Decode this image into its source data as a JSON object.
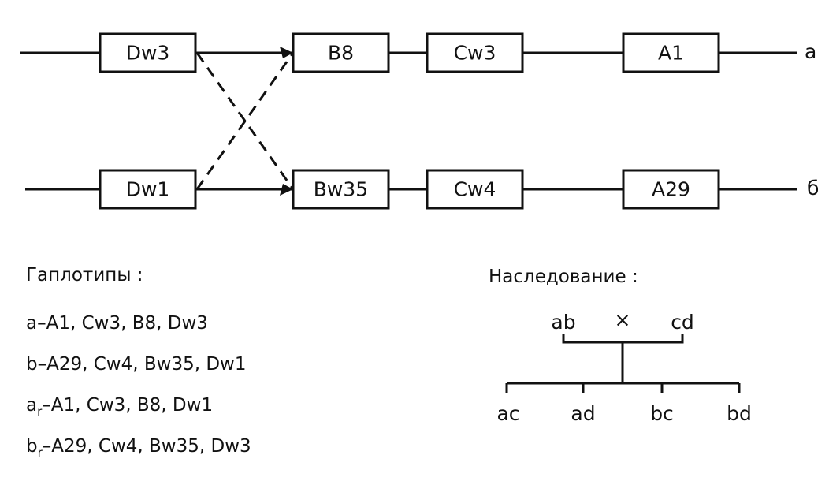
{
  "chromosomes": [
    {
      "end_label": "a",
      "genes": [
        "Dw3",
        "B8",
        "Cw3",
        "A1"
      ]
    },
    {
      "end_label": "б",
      "genes": [
        "Dw1",
        "Bw35",
        "Cw4",
        "A29"
      ]
    }
  ],
  "haplotypes": {
    "heading": "Гаплотипы :",
    "items": [
      {
        "name": "a",
        "sub": "",
        "text": "–A1, Cw3, B8, Dw3"
      },
      {
        "name": "b",
        "sub": "",
        "text": "–A29, Cw4, Bw35, Dw1"
      },
      {
        "name": "a",
        "sub": "r",
        "text": "–A1, Cw3, B8, Dw1"
      },
      {
        "name": "b",
        "sub": "r",
        "text": "–A29, Cw4, Bw35, Dw3"
      }
    ]
  },
  "inheritance": {
    "heading": "Наследование :",
    "parents": [
      "ab",
      "cd"
    ],
    "cross_symbol": "×",
    "offspring": [
      "ac",
      "ad",
      "bc",
      "bd"
    ]
  }
}
